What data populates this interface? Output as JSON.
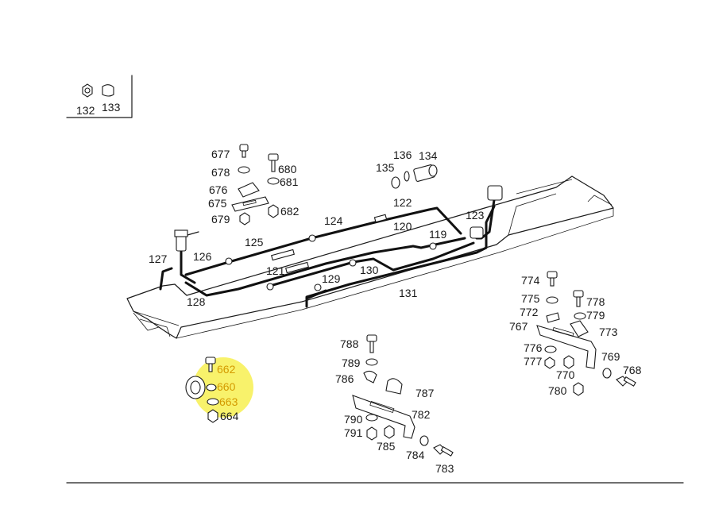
{
  "highlight_color": "#f5ee3a",
  "legend": {
    "labels": [
      "132",
      "133"
    ]
  },
  "callouts": {
    "c677": "677",
    "c678": "678",
    "c676": "676",
    "c675": "675",
    "c679": "679",
    "c680": "680",
    "c681": "681",
    "c682": "682",
    "c136": "136",
    "c134": "134",
    "c135": "135",
    "c122": "122",
    "c123": "123",
    "c124": "124",
    "c120": "120",
    "c119": "119",
    "c125": "125",
    "c126": "126",
    "c127": "127",
    "c121": "121",
    "c130": "130",
    "c129": "129",
    "c131": "131",
    "c128": "128",
    "c774": "774",
    "c775": "775",
    "c778": "778",
    "c772": "772",
    "c779": "779",
    "c767": "767",
    "c773": "773",
    "c776": "776",
    "c769": "769",
    "c777": "777",
    "c768": "768",
    "c770": "770",
    "c780": "780",
    "c788": "788",
    "c789": "789",
    "c786": "786",
    "c787": "787",
    "c782": "782",
    "c790": "790",
    "c791": "791",
    "c785": "785",
    "c784": "784",
    "c783": "783",
    "c662": "662",
    "c660": "660",
    "c663": "663",
    "c664": "664"
  }
}
